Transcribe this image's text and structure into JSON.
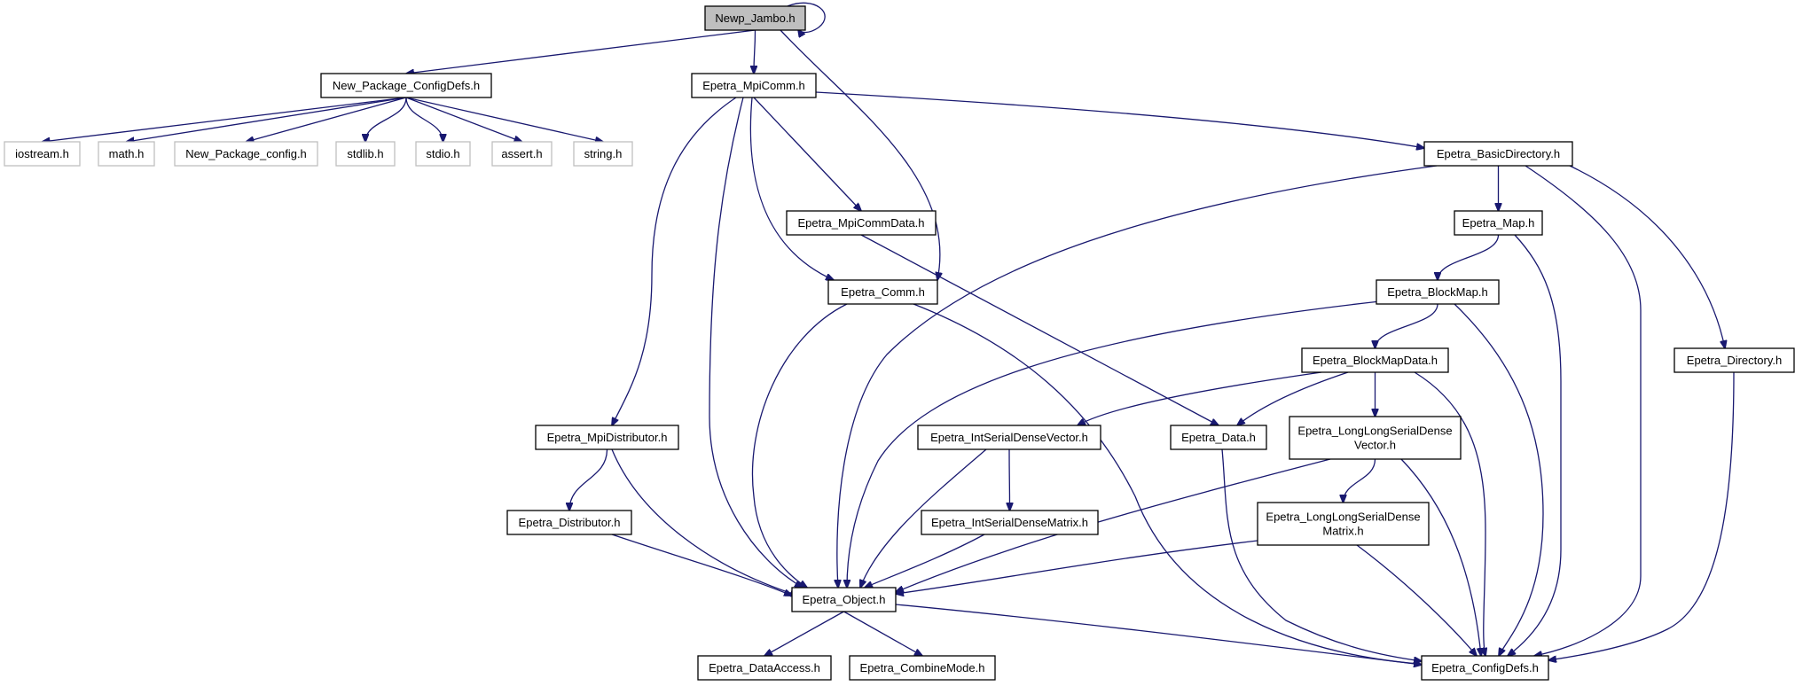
{
  "graph": {
    "colors": {
      "edge": "#191970",
      "root_fill": "#bfbfbf",
      "external_border": "#bfbfbf",
      "node_border": "#000000",
      "background": "#ffffff"
    },
    "nodes": [
      {
        "id": "newp_jambo",
        "label": [
          "Newp_Jambo.h"
        ],
        "kind": "root"
      },
      {
        "id": "new_package_configdefs",
        "label": [
          "New_Package_ConfigDefs.h"
        ],
        "kind": "file"
      },
      {
        "id": "epetra_mpicomm",
        "label": [
          "Epetra_MpiComm.h"
        ],
        "kind": "file"
      },
      {
        "id": "iostream",
        "label": [
          "iostream.h"
        ],
        "kind": "external"
      },
      {
        "id": "math",
        "label": [
          "math.h"
        ],
        "kind": "external"
      },
      {
        "id": "new_package_config",
        "label": [
          "New_Package_config.h"
        ],
        "kind": "external"
      },
      {
        "id": "stdlib",
        "label": [
          "stdlib.h"
        ],
        "kind": "external"
      },
      {
        "id": "stdio",
        "label": [
          "stdio.h"
        ],
        "kind": "external"
      },
      {
        "id": "assert",
        "label": [
          "assert.h"
        ],
        "kind": "external"
      },
      {
        "id": "string",
        "label": [
          "string.h"
        ],
        "kind": "external"
      },
      {
        "id": "epetra_basicdirectory",
        "label": [
          "Epetra_BasicDirectory.h"
        ],
        "kind": "file"
      },
      {
        "id": "epetra_mpicommdata",
        "label": [
          "Epetra_MpiCommData.h"
        ],
        "kind": "file"
      },
      {
        "id": "epetra_map",
        "label": [
          "Epetra_Map.h"
        ],
        "kind": "file"
      },
      {
        "id": "epetra_comm",
        "label": [
          "Epetra_Comm.h"
        ],
        "kind": "file"
      },
      {
        "id": "epetra_blockmap",
        "label": [
          "Epetra_BlockMap.h"
        ],
        "kind": "file"
      },
      {
        "id": "epetra_blockmapdata",
        "label": [
          "Epetra_BlockMapData.h"
        ],
        "kind": "file"
      },
      {
        "id": "epetra_directory",
        "label": [
          "Epetra_Directory.h"
        ],
        "kind": "file"
      },
      {
        "id": "epetra_mpidistributor",
        "label": [
          "Epetra_MpiDistributor.h"
        ],
        "kind": "file"
      },
      {
        "id": "epetra_intserialdensevector",
        "label": [
          "Epetra_IntSerialDenseVector.h"
        ],
        "kind": "file"
      },
      {
        "id": "epetra_data",
        "label": [
          "Epetra_Data.h"
        ],
        "kind": "file"
      },
      {
        "id": "epetra_longlongserialdensevector",
        "label": [
          "Epetra_LongLongSerialDense",
          "Vector.h"
        ],
        "kind": "file"
      },
      {
        "id": "epetra_distributor",
        "label": [
          "Epetra_Distributor.h"
        ],
        "kind": "file"
      },
      {
        "id": "epetra_intserialdensematrix",
        "label": [
          "Epetra_IntSerialDenseMatrix.h"
        ],
        "kind": "file"
      },
      {
        "id": "epetra_longlongserialdensematrix",
        "label": [
          "Epetra_LongLongSerialDense",
          "Matrix.h"
        ],
        "kind": "file"
      },
      {
        "id": "epetra_object",
        "label": [
          "Epetra_Object.h"
        ],
        "kind": "file"
      },
      {
        "id": "epetra_dataaccess",
        "label": [
          "Epetra_DataAccess.h"
        ],
        "kind": "file"
      },
      {
        "id": "epetra_combinemode",
        "label": [
          "Epetra_CombineMode.h"
        ],
        "kind": "file"
      },
      {
        "id": "epetra_configdefs",
        "label": [
          "Epetra_ConfigDefs.h"
        ],
        "kind": "file"
      }
    ],
    "edges": [
      [
        "newp_jambo",
        "newp_jambo"
      ],
      [
        "newp_jambo",
        "new_package_configdefs"
      ],
      [
        "newp_jambo",
        "epetra_mpicomm"
      ],
      [
        "newp_jambo",
        "epetra_comm"
      ],
      [
        "new_package_configdefs",
        "iostream"
      ],
      [
        "new_package_configdefs",
        "math"
      ],
      [
        "new_package_configdefs",
        "new_package_config"
      ],
      [
        "new_package_configdefs",
        "stdlib"
      ],
      [
        "new_package_configdefs",
        "stdio"
      ],
      [
        "new_package_configdefs",
        "assert"
      ],
      [
        "new_package_configdefs",
        "string"
      ],
      [
        "epetra_mpicomm",
        "epetra_basicdirectory"
      ],
      [
        "epetra_mpicomm",
        "epetra_mpicommdata"
      ],
      [
        "epetra_mpicomm",
        "epetra_comm"
      ],
      [
        "epetra_mpicomm",
        "epetra_mpidistributor"
      ],
      [
        "epetra_mpicomm",
        "epetra_object"
      ],
      [
        "epetra_basicdirectory",
        "epetra_map"
      ],
      [
        "epetra_basicdirectory",
        "epetra_directory"
      ],
      [
        "epetra_basicdirectory",
        "epetra_object"
      ],
      [
        "epetra_basicdirectory",
        "epetra_configdefs"
      ],
      [
        "epetra_mpicommdata",
        "epetra_data"
      ],
      [
        "epetra_map",
        "epetra_blockmap"
      ],
      [
        "epetra_map",
        "epetra_configdefs"
      ],
      [
        "epetra_comm",
        "epetra_object"
      ],
      [
        "epetra_comm",
        "epetra_configdefs"
      ],
      [
        "epetra_blockmap",
        "epetra_blockmapdata"
      ],
      [
        "epetra_blockmap",
        "epetra_object"
      ],
      [
        "epetra_blockmap",
        "epetra_configdefs"
      ],
      [
        "epetra_blockmapdata",
        "epetra_intserialdensevector"
      ],
      [
        "epetra_blockmapdata",
        "epetra_data"
      ],
      [
        "epetra_blockmapdata",
        "epetra_longlongserialdensevector"
      ],
      [
        "epetra_blockmapdata",
        "epetra_configdefs"
      ],
      [
        "epetra_directory",
        "epetra_configdefs"
      ],
      [
        "epetra_mpidistributor",
        "epetra_distributor"
      ],
      [
        "epetra_mpidistributor",
        "epetra_object"
      ],
      [
        "epetra_intserialdensevector",
        "epetra_intserialdensematrix"
      ],
      [
        "epetra_intserialdensevector",
        "epetra_object"
      ],
      [
        "epetra_data",
        "epetra_configdefs"
      ],
      [
        "epetra_longlongserialdensevector",
        "epetra_longlongserialdensematrix"
      ],
      [
        "epetra_longlongserialdensevector",
        "epetra_object"
      ],
      [
        "epetra_longlongserialdensevector",
        "epetra_configdefs"
      ],
      [
        "epetra_distributor",
        "epetra_object"
      ],
      [
        "epetra_intserialdensematrix",
        "epetra_object"
      ],
      [
        "epetra_longlongserialdensematrix",
        "epetra_object"
      ],
      [
        "epetra_longlongserialdensematrix",
        "epetra_configdefs"
      ],
      [
        "epetra_object",
        "epetra_dataaccess"
      ],
      [
        "epetra_object",
        "epetra_combinemode"
      ],
      [
        "epetra_object",
        "epetra_configdefs"
      ]
    ]
  }
}
